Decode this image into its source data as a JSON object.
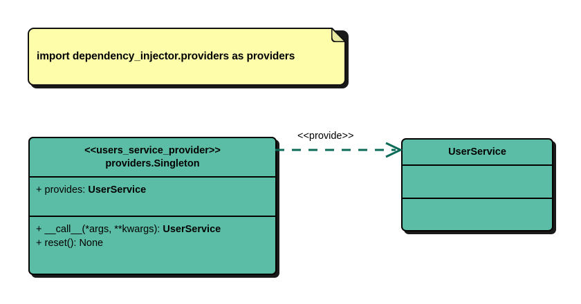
{
  "diagram": {
    "type": "uml-class-diagram",
    "colors": {
      "note_fill": "#fdfdaa",
      "class_fill": "#5cbda6",
      "border": "#000000",
      "connector": "#0b6b57",
      "text": "#000000"
    }
  },
  "note": {
    "text": "import dependency_injector.providers as providers"
  },
  "classes": [
    {
      "id": "users_service_provider",
      "stereotype": "<<users_service_provider>>",
      "name": "providers.Singleton",
      "attributes": [
        {
          "visibility": "+",
          "label": "provides:",
          "type": "UserService"
        }
      ],
      "operations": [
        {
          "visibility": "+",
          "label": "__call__(*args, **kwargs):",
          "type": "UserService"
        },
        {
          "visibility": "+",
          "label": "reset(): None",
          "type": ""
        }
      ]
    },
    {
      "id": "user_service",
      "stereotype": "",
      "name": "UserService",
      "attributes": [],
      "operations": []
    }
  ],
  "connector": {
    "label": "<<provide>>",
    "style": "dashed",
    "arrowhead": "open",
    "source": "users_service_provider",
    "target": "user_service"
  }
}
